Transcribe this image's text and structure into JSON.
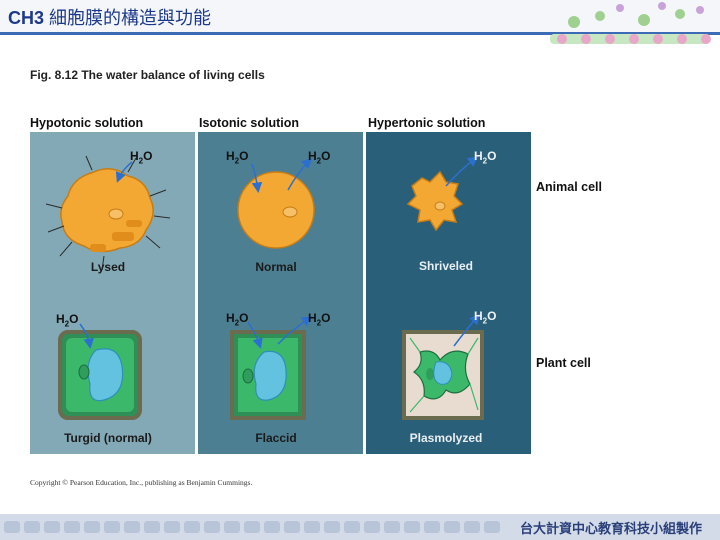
{
  "header": {
    "chapter": "CH3",
    "title_zh": "細胞膜的構造與功能"
  },
  "figure": {
    "title": "Fig. 8.12  The water balance of living cells",
    "columns": [
      {
        "title": "Hypotonic solution",
        "animal_label": "Lysed",
        "plant_label": "Turgid (normal)"
      },
      {
        "title": "Isotonic solution",
        "animal_label": "Normal",
        "plant_label": "Flaccid"
      },
      {
        "title": "Hypertonic solution",
        "animal_label": "Shriveled",
        "plant_label": "Plasmolyzed"
      }
    ],
    "rows": {
      "animal": "Animal cell",
      "plant": "Plant cell"
    },
    "water_label": "H",
    "water_sub": "2",
    "water_tail": "O",
    "copyright": "Copyright © Pearson Education, Inc., publishing as Benjamin Cummings."
  },
  "footer": {
    "credit": "台大計資中心教育科技小組製作"
  },
  "colors": {
    "hypotonic_bg": "#84a9b6",
    "isotonic_bg": "#4d7f93",
    "hypertonic_bg": "#2a5f79",
    "animal_cell": "#f3a833",
    "plant_cell": "#3bb86a",
    "vacuole": "#63c2e0",
    "arrow": "#2b6fd0"
  }
}
